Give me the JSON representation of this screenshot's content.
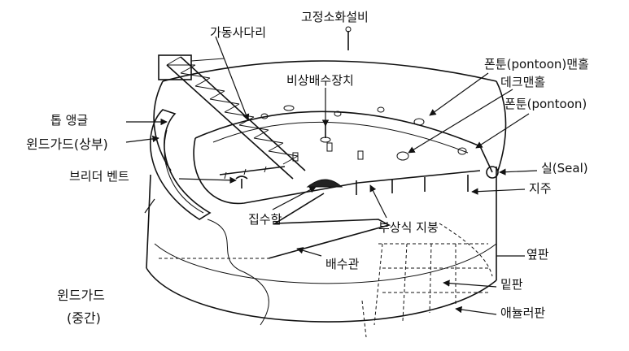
{
  "labels": {
    "fixed_fire_extinguisher": "고정소화설비",
    "rolling_ladder": "가동사다리",
    "emergency_drain": "비상배수장치",
    "pontoon_manhole": "폰툰(pontoon)맨홀",
    "deck_manhole": "데크맨홀",
    "pontoon": "폰툰(pontoon)",
    "top_angle": "톱 앵글",
    "wind_girder_top": "윈드가드(상부)",
    "breather_vent": "브리더 벤트",
    "seal": "실(Seal)",
    "support_leg": "지주",
    "sump": "집수함",
    "floating_roof": "부상식 지붕",
    "shell_plate": "옆판",
    "drain_pipe": "배수관",
    "bottom_plate": "밑판",
    "annular_plate": "애뉼러판",
    "wind_girder_middle_1": "윈드가드",
    "wind_girder_middle_2": "(중간)"
  }
}
